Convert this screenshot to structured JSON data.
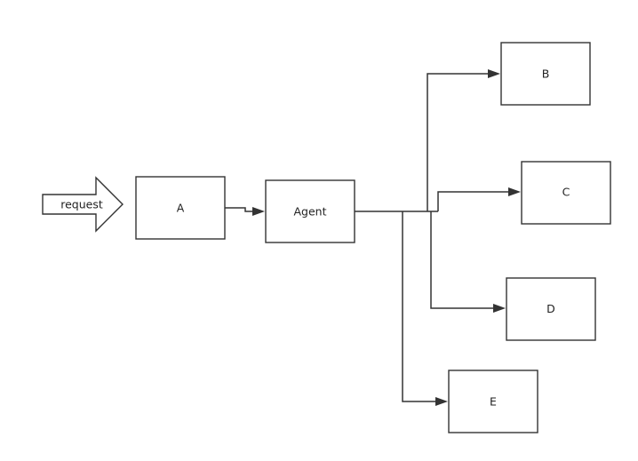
{
  "diagram": {
    "request_label": "request",
    "nodes": {
      "a": "A",
      "agent": "Agent",
      "b": "B",
      "c": "C",
      "d": "D",
      "e": "E"
    }
  }
}
